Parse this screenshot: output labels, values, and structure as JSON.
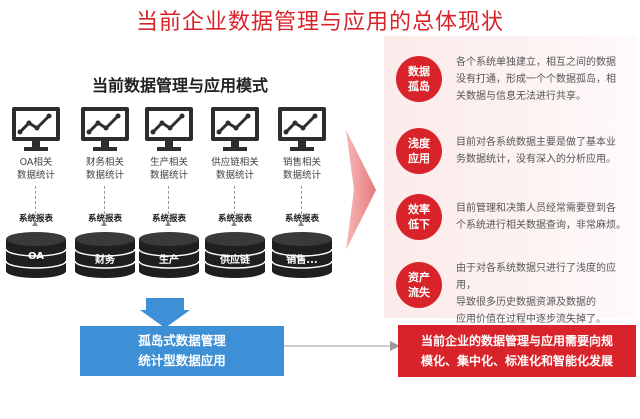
{
  "main_title": "当前企业数据管理与应用的总体现状",
  "sub_title": "当前数据管理与应用模式",
  "columns": [
    {
      "label_lines": [
        "OA相关",
        "数据统计"
      ],
      "report": "系统报表",
      "db": "OA"
    },
    {
      "label_lines": [
        "财务相关",
        "数据统计"
      ],
      "report": "系统报表",
      "db": "财务"
    },
    {
      "label_lines": [
        "生产相关",
        "数据统计"
      ],
      "report": "系统报表",
      "db": "生产"
    },
    {
      "label_lines": [
        "供应链相关",
        "数据统计"
      ],
      "report": "系统报表",
      "db": "供应链"
    },
    {
      "label_lines": [
        "销售相关",
        "数据统计"
      ],
      "report": "系统报表",
      "db": "销售..."
    }
  ],
  "blue_box": {
    "lines": [
      "孤岛式数据管理",
      "统计型数据应用"
    ]
  },
  "red_box": {
    "lines": [
      "当前企业的数据管理与应用需要向规",
      "模化、集中化、标准化和智能化发展"
    ]
  },
  "issues": [
    {
      "tag_lines": [
        "数据",
        "孤岛"
      ],
      "desc_lines": [
        "各个系统单独建立，相互之间的数据",
        "没有打通，形成一个个数据孤岛，相",
        "关数据与信息无法进行共享。"
      ]
    },
    {
      "tag_lines": [
        "浅度",
        "应用"
      ],
      "desc_lines": [
        "目前对各系统数据主要是做了基本业",
        "务数据统计，没有深入的分析应用。"
      ]
    },
    {
      "tag_lines": [
        "效率",
        "低下"
      ],
      "desc_lines": [
        "目前管理和决策人员经常需要登到各",
        "个系统进行相关数据查询，非常麻烦。"
      ]
    },
    {
      "tag_lines": [
        "资产",
        "流失"
      ],
      "desc_lines": [
        "由于对各系统数据只进行了浅度的应用，",
        "导致很多历史数据资源及数据的",
        "应用价值在过程中逐步流失掉了。"
      ]
    }
  ],
  "colors": {
    "accent_red": "#d8232a",
    "blue": "#3d8fd6",
    "dark": "#222222"
  }
}
